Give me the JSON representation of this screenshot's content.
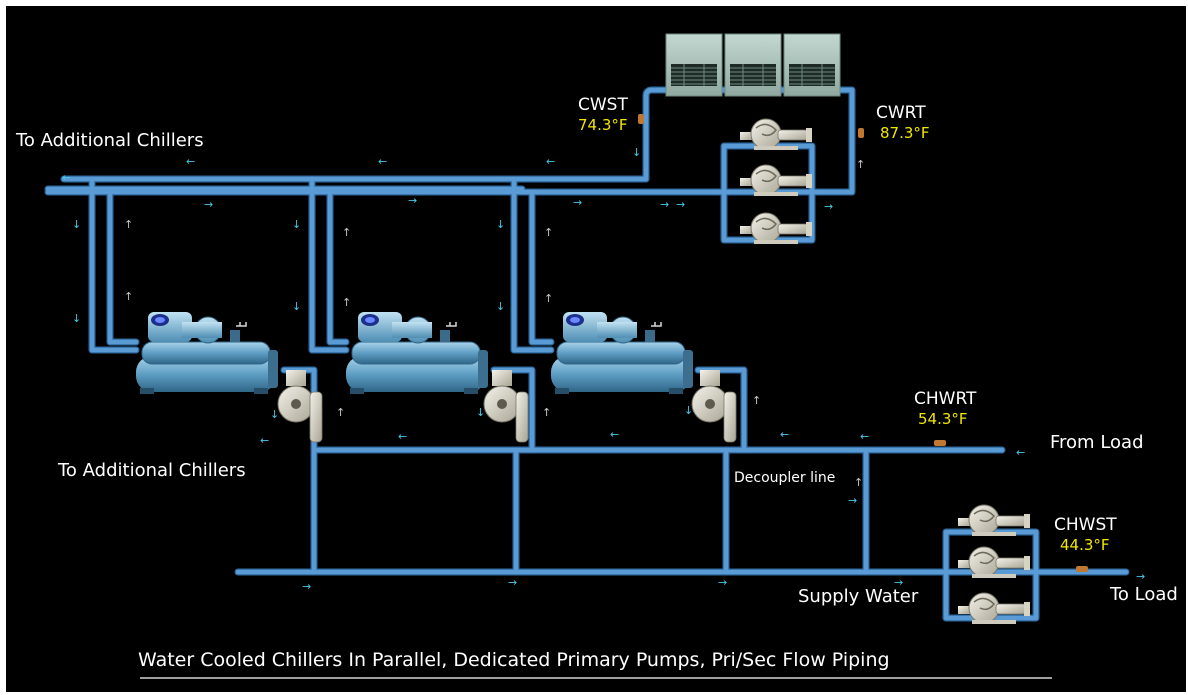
{
  "labels": {
    "to_additional_top": "To Additional Chillers",
    "to_additional_bottom": "To Additional Chillers",
    "from_load": "From Load",
    "to_load": "To Load",
    "decoupler": "Decoupler line",
    "supply_water": "Supply Water",
    "footer": "Water Cooled Chillers In Parallel, Dedicated Primary Pumps, Pri/Sec Flow Piping"
  },
  "sensors": {
    "cwst": {
      "name": "CWST",
      "value": "74.3°F"
    },
    "cwrt": {
      "name": "CWRT",
      "value": "87.3°F"
    },
    "chwrt": {
      "name": "CHWRT",
      "value": "54.3°F"
    },
    "chwst": {
      "name": "CHWST",
      "value": "44.3°F"
    }
  },
  "colors": {
    "pipe": "#5b9bd5",
    "pipe_edge": "#2f6aa0",
    "flow_arrow": "#48c8e8",
    "value_text": "#f2e600",
    "label_text": "#ffffff",
    "background": "#000000"
  },
  "equipment": {
    "chillers": 3,
    "primary_pumps": 3,
    "condenser_pumps": 3,
    "secondary_pumps": 3,
    "cooling_tower_cells": 3
  }
}
